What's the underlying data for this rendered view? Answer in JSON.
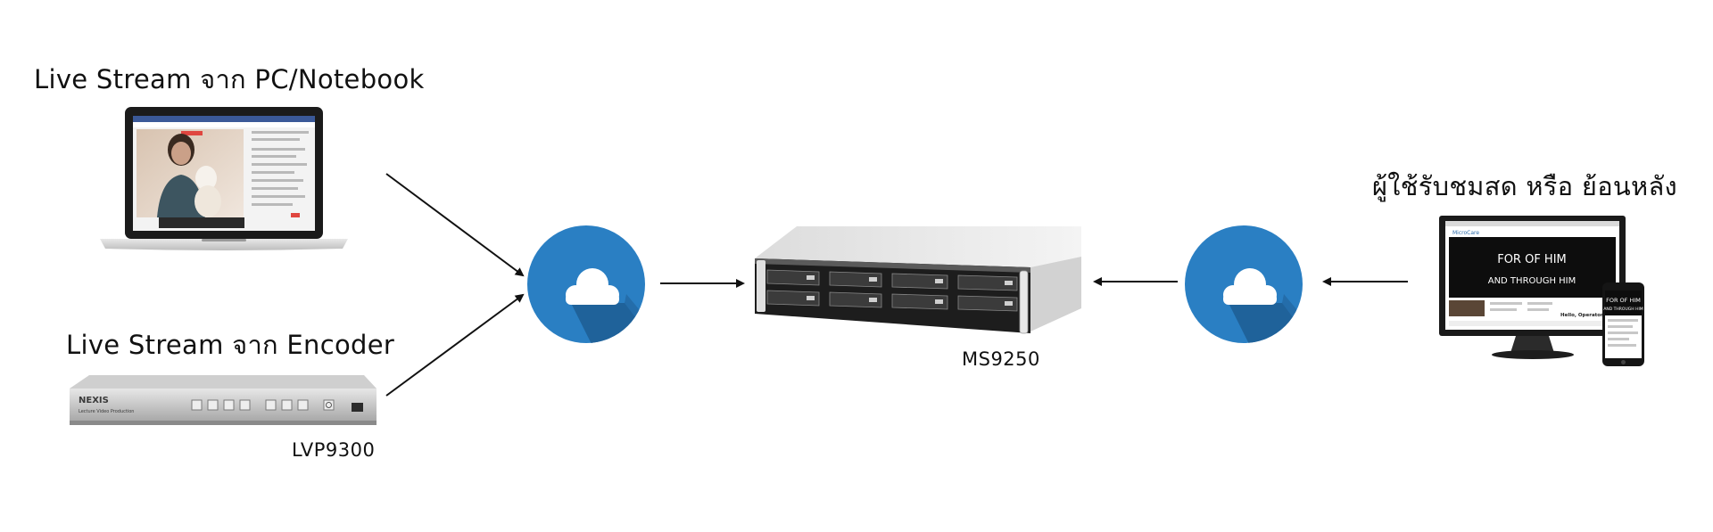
{
  "diagram": {
    "sources": {
      "pc_heading": "Live Stream จาก PC/Notebook",
      "encoder_heading": "Live Stream จาก Encoder",
      "encoder_model": "LVP9300"
    },
    "server": {
      "model": "MS9250"
    },
    "viewers": {
      "heading": "ผู้ใช้รับชมสด หรือ ย้อนหลัง"
    },
    "devices": {
      "encoder_brand": "NEXIS",
      "encoder_caption": "Lecture Video Production",
      "monitor_brand": "MicroCare",
      "monitor_headline_1": "FOR OF HIM",
      "monitor_headline_2": "AND THROUGH HIM",
      "monitor_greeting": "Hello, Operator",
      "phone_headline_1": "FOR OF HIM",
      "phone_headline_2": "AND THROUGH HIM"
    },
    "colors": {
      "cloud_circle": "#2a7fc3",
      "cloud_shadow": "#1f5f96",
      "arrow": "#111111"
    }
  }
}
